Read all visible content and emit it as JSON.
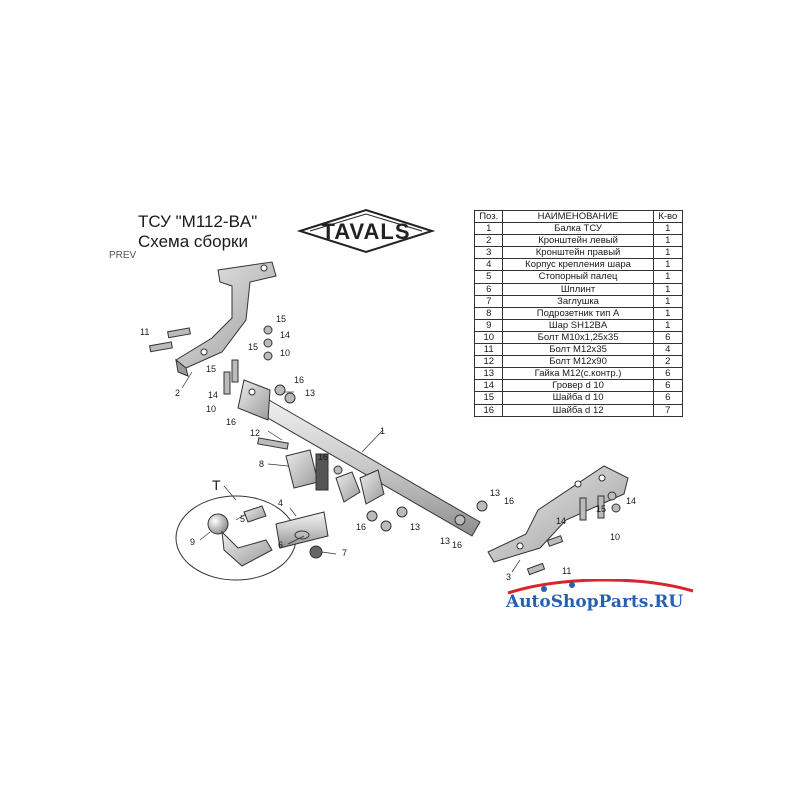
{
  "header": {
    "title_line1": "ТСУ  \"M112-BA\"",
    "title_line2": "Схема сборки",
    "corner_label": "PREV"
  },
  "logo": {
    "text": "TAVALS",
    "color": "#222222"
  },
  "parts_table": {
    "headers": {
      "num": "Поз.",
      "name": "НАИМЕНОВАНИЕ",
      "qty": "К-во"
    },
    "rows": [
      {
        "num": "1",
        "name": "Балка ТСУ",
        "qty": "1"
      },
      {
        "num": "2",
        "name": "Кронштейн левый",
        "qty": "1"
      },
      {
        "num": "3",
        "name": "Кронштейн правый",
        "qty": "1"
      },
      {
        "num": "4",
        "name": "Корпус крепления шара",
        "qty": "1"
      },
      {
        "num": "5",
        "name": "Стопорный палец",
        "qty": "1"
      },
      {
        "num": "6",
        "name": "Шплинт",
        "qty": "1"
      },
      {
        "num": "7",
        "name": "Заглушка",
        "qty": "1"
      },
      {
        "num": "8",
        "name": "Подрозетник тип А",
        "qty": "1"
      },
      {
        "num": "9",
        "name": "Шар SH12BA",
        "qty": "1"
      },
      {
        "num": "10",
        "name": "Болт М10х1,25х35",
        "qty": "6"
      },
      {
        "num": "11",
        "name": "Болт М12х35",
        "qty": "4"
      },
      {
        "num": "12",
        "name": "Болт М12х90",
        "qty": "2"
      },
      {
        "num": "13",
        "name": "Гайка М12(с.контр.)",
        "qty": "6"
      },
      {
        "num": "14",
        "name": "Гровер d 10",
        "qty": "6"
      },
      {
        "num": "15",
        "name": "Шайба d 10",
        "qty": "6"
      },
      {
        "num": "16",
        "name": "Шайба d 12",
        "qty": "7"
      }
    ]
  },
  "callouts": [
    {
      "id": "c1",
      "text": "1"
    },
    {
      "id": "c2",
      "text": "2"
    },
    {
      "id": "c3",
      "text": "3"
    },
    {
      "id": "c4",
      "text": "4"
    },
    {
      "id": "c5",
      "text": "5"
    },
    {
      "id": "c6",
      "text": "6"
    },
    {
      "id": "c7",
      "text": "7"
    },
    {
      "id": "c8",
      "text": "8"
    },
    {
      "id": "c9",
      "text": "9"
    },
    {
      "id": "cT",
      "text": "T"
    },
    {
      "id": "c10a",
      "text": "10"
    },
    {
      "id": "c10b",
      "text": "10"
    },
    {
      "id": "c10c",
      "text": "10"
    },
    {
      "id": "c11a",
      "text": "11"
    },
    {
      "id": "c11b",
      "text": "11"
    },
    {
      "id": "c12",
      "text": "12"
    },
    {
      "id": "c13a",
      "text": "13"
    },
    {
      "id": "c13b",
      "text": "13"
    },
    {
      "id": "c13c",
      "text": "13"
    },
    {
      "id": "c13d",
      "text": "13"
    },
    {
      "id": "c14a",
      "text": "14"
    },
    {
      "id": "c14b",
      "text": "14"
    },
    {
      "id": "c14c",
      "text": "14"
    },
    {
      "id": "c14d",
      "text": "14"
    },
    {
      "id": "c15a",
      "text": "15"
    },
    {
      "id": "c15b",
      "text": "15"
    },
    {
      "id": "c15c",
      "text": "15"
    },
    {
      "id": "c15d",
      "text": "15"
    },
    {
      "id": "c16a",
      "text": "16"
    },
    {
      "id": "c16b",
      "text": "16"
    },
    {
      "id": "c16c",
      "text": "16"
    },
    {
      "id": "c16d",
      "text": "16"
    },
    {
      "id": "c16e",
      "text": "16"
    },
    {
      "id": "c16f",
      "text": "16"
    }
  ],
  "watermark": {
    "text": "AutoShopParts.RU",
    "color": "#2560b5",
    "swoosh_color": "#d8262c"
  }
}
